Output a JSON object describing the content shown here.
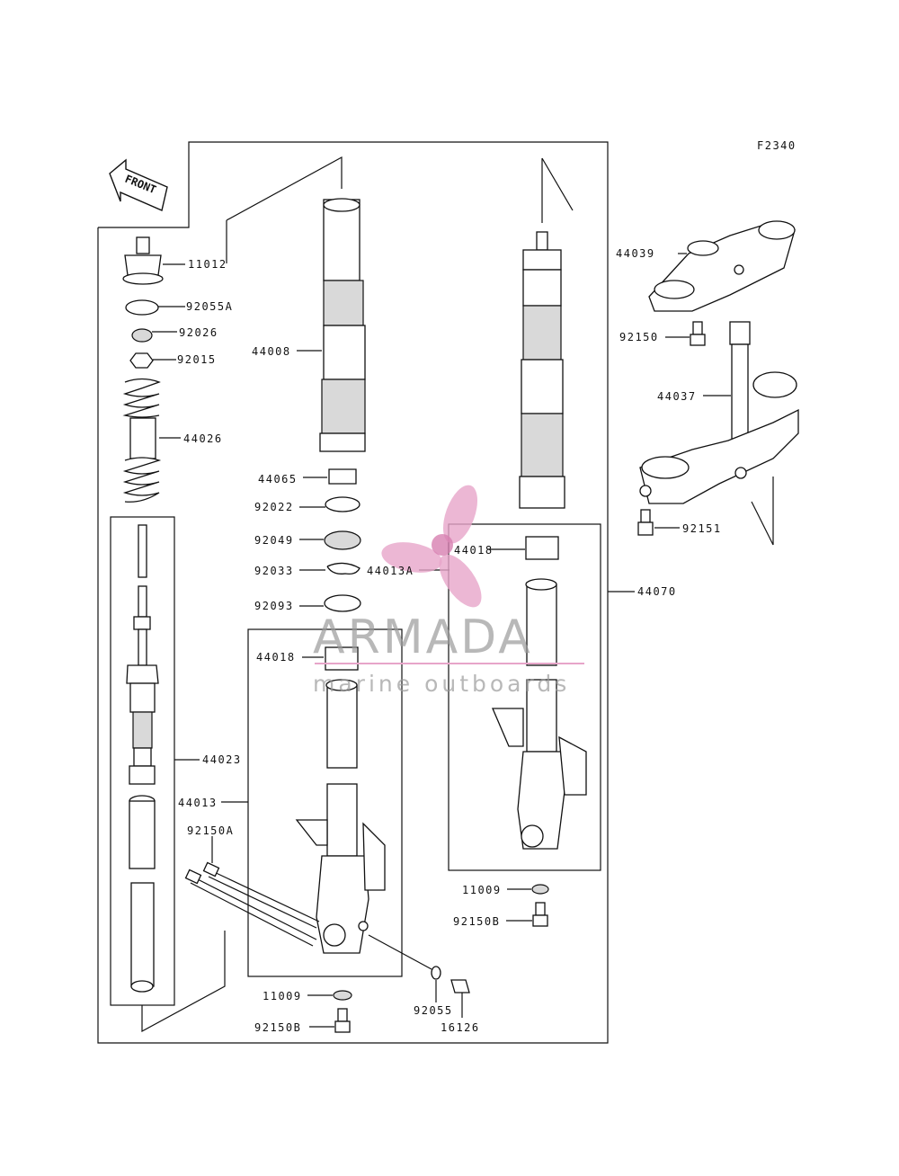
{
  "figure_code": "F2340",
  "front_label": "FRONT",
  "watermark": {
    "brand": "ARMADA",
    "tagline": "marine outboards",
    "color": "#e7a5c9"
  },
  "parts": {
    "p11012": "11012",
    "p92055A": "92055A",
    "p92026": "92026",
    "p92015": "92015",
    "p44026": "44026",
    "p44008": "44008",
    "p44065": "44065",
    "p92022": "92022",
    "p92049": "92049",
    "p92033": "92033",
    "p44013A": "44013A",
    "p92093": "92093",
    "p44018_left": "44018",
    "p44018_right": "44018",
    "p44023": "44023",
    "p44013": "44013",
    "p92150A": "92150A",
    "p11009_right": "11009",
    "p92150B_right": "92150B",
    "p11009_bottom": "11009",
    "p92150B_bottom": "92150B",
    "p92055": "92055",
    "p16126": "16126",
    "p44070": "44070",
    "p44039": "44039",
    "p92150": "92150",
    "p44037": "44037",
    "p92151": "92151"
  }
}
